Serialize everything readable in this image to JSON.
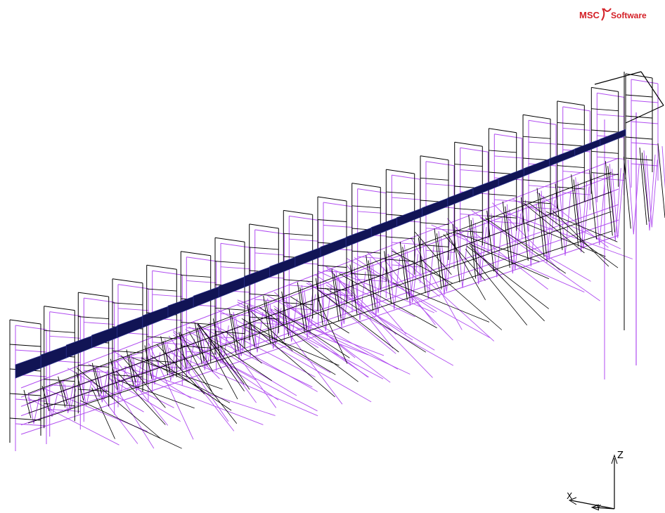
{
  "app": {
    "brand_prefix": "MSC",
    "brand_suffix": "Software",
    "brand_color": "#d42027"
  },
  "model": {
    "undeformed_color": "#000000",
    "deformed_color": "#b04cf0",
    "surface_color": "#111455"
  },
  "triad": {
    "z_label": "Z",
    "x_label": "X",
    "y_label": "Y"
  }
}
